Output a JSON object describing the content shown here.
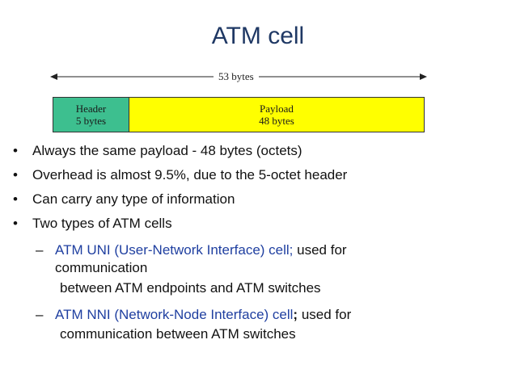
{
  "slide": {
    "title": "ATM cell"
  },
  "diagram": {
    "total_label": "53 bytes",
    "header_line1": "Header",
    "header_line2": "5 bytes",
    "payload_line1": "Payload",
    "payload_line2": "48 bytes",
    "colors": {
      "header": "#3dbf8f",
      "payload": "#ffff00"
    }
  },
  "bullets": [
    {
      "text": "Always the same payload - 48 bytes (octets)"
    },
    {
      "text": "Overhead is almost 9.5%, due to the 5-octet header"
    },
    {
      "text": "Can carry any type of information"
    },
    {
      "text": "Two types of ATM cells"
    }
  ],
  "sub_bullets": [
    {
      "highlight": "ATM UNI (User-Network Interface) cell;",
      "rest": " used for",
      "line2": "communication",
      "line3": "between ATM endpoints and ATM switches"
    },
    {
      "highlight": "ATM NNI (Network-Node Interface) cell",
      "semicolon": ";",
      "rest": " used for",
      "line2": "communication between ATM switches"
    }
  ]
}
